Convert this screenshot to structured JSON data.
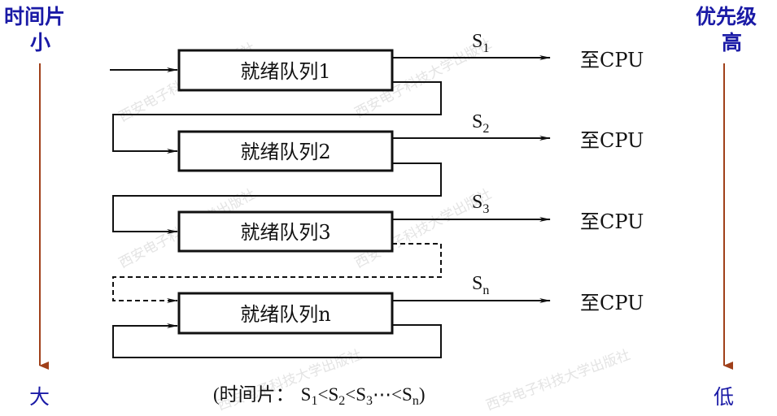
{
  "left_axis": {
    "top_label": "时间片",
    "top_value": "小",
    "bottom_value": "大",
    "arrow_color": "#a0401a",
    "text_color": "#1a1aa6"
  },
  "right_axis": {
    "top_label": "优先级",
    "top_value": "高",
    "bottom_value": "低",
    "arrow_color": "#a0401a",
    "text_color": "#1a1aa6"
  },
  "queues": [
    {
      "label": "就绪队列1",
      "slice": "S",
      "slice_sub": "1",
      "output": "至CPU"
    },
    {
      "label": "就绪队列2",
      "slice": "S",
      "slice_sub": "2",
      "output": "至CPU"
    },
    {
      "label": "就绪队列3",
      "slice": "S",
      "slice_sub": "3",
      "output": "至CPU"
    },
    {
      "label": "就绪队列n",
      "slice": "S",
      "slice_sub": "n",
      "output": "至CPU"
    }
  ],
  "caption": {
    "prefix": "(时间片：",
    "parts": [
      {
        "s": "S",
        "sub": "1",
        "after": "<"
      },
      {
        "s": "S",
        "sub": "2",
        "after": "<"
      },
      {
        "s": "S",
        "sub": "3",
        "after": "⋯<"
      },
      {
        "s": "S",
        "sub": "n",
        "after": ")"
      }
    ]
  },
  "watermark": "西安电子科技大学出版社"
}
